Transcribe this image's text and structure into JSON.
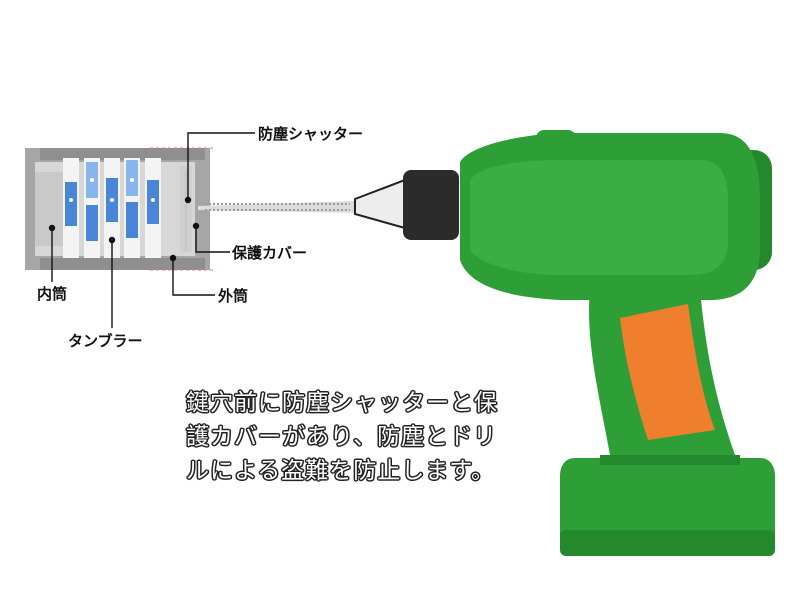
{
  "labels": {
    "dust_shutter": "防塵シャッター",
    "protective_cover": "保護カバー",
    "inner_cylinder": "内筒",
    "outer_cylinder": "外筒",
    "tumbler": "タンブラー"
  },
  "caption": {
    "line1": "鍵穴前に防塵シャッターと保",
    "line2": "護カバーがあり、防塵とドリ",
    "line3": "ルによる盗難を防止します。"
  },
  "colors": {
    "drill_green": "#2e9e37",
    "drill_green_dark": "#23892c",
    "grip_orange": "#ef7f2d",
    "chuck_black": "#2b2b2b",
    "lock_gray": "#9e9e9e",
    "pin_blue": "#4a86d8"
  }
}
